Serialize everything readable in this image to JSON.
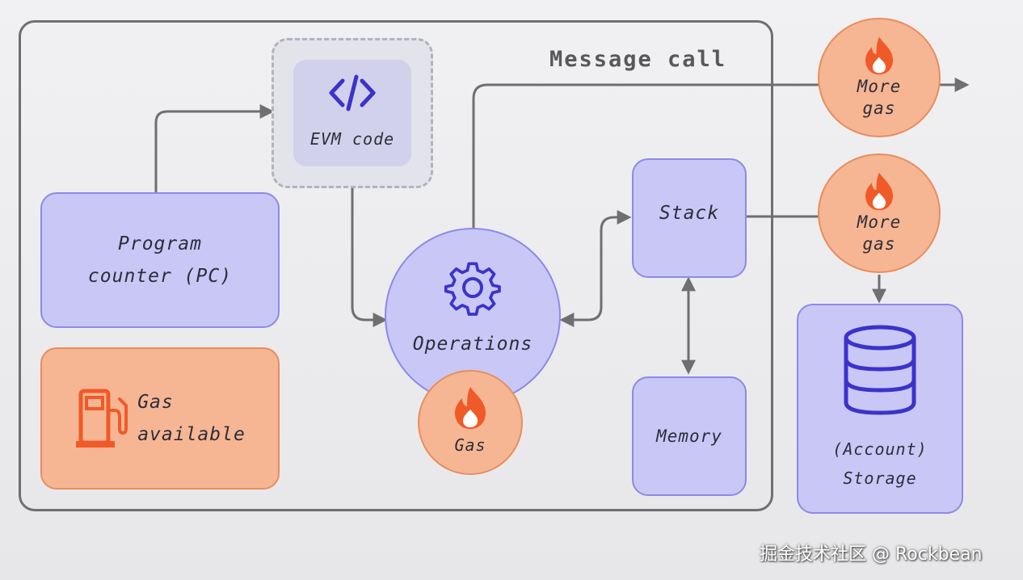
{
  "diagram": {
    "message_call_label": "Message call",
    "evm_code_label": "EVM code",
    "program_counter_label": "Program\ncounter (PC)",
    "gas_available_label": "Gas\navailable",
    "operations_label": "Operations",
    "gas_label": "Gas",
    "stack_label": "Stack",
    "memory_label": "Memory",
    "more_gas_top_label": "More\ngas",
    "more_gas_bottom_label": "More\ngas",
    "storage_label": "(Account)\nStorage"
  },
  "watermark": "掘金技术社区 @ Rockbean",
  "colors": {
    "purple_fill": "#c9c7f6",
    "purple_border": "#8e89e8",
    "orange_fill": "#f6b693",
    "orange_border": "#e88d5f",
    "icon_blue": "#3b33c9",
    "flame": "#f05a28",
    "arrow": "#6f6f72"
  },
  "icons": [
    "code-icon",
    "gear-icon",
    "fuel-pump-icon",
    "flame-icon",
    "database-icon"
  ]
}
